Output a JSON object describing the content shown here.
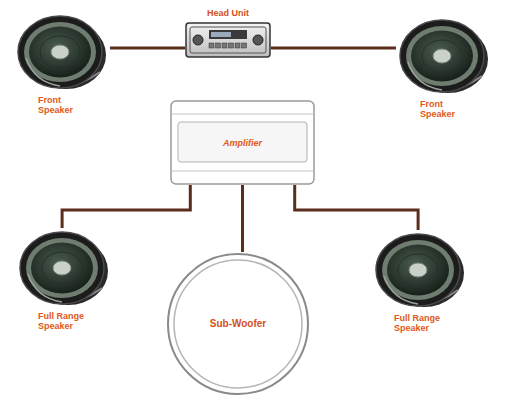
{
  "diagram": {
    "nodes": [
      {
        "text": [
          "Front Speaker"
        ]
      },
      {
        "text": [
          "Head Unit"
        ]
      },
      {
        "text": [
          "Front Speaker"
        ]
      },
      {
        "text": [
          "Amplifier"
        ]
      },
      {
        "text": [
          "Full Range Speaker"
        ]
      },
      {
        "text": [
          "Sub-Woofer"
        ]
      },
      {
        "text": [
          "Full Range Speaker"
        ]
      }
    ],
    "edges": [
      {
        "from": 0,
        "to": 1,
        "arrow": "none"
      },
      {
        "from": 1,
        "to": 2,
        "arrow": "none"
      },
      {
        "from": 3,
        "to": 4,
        "arrow": "none"
      },
      {
        "from": 3,
        "to": 5,
        "arrow": "none"
      },
      {
        "from": 3,
        "to": 6,
        "arrow": "none"
      }
    ]
  }
}
